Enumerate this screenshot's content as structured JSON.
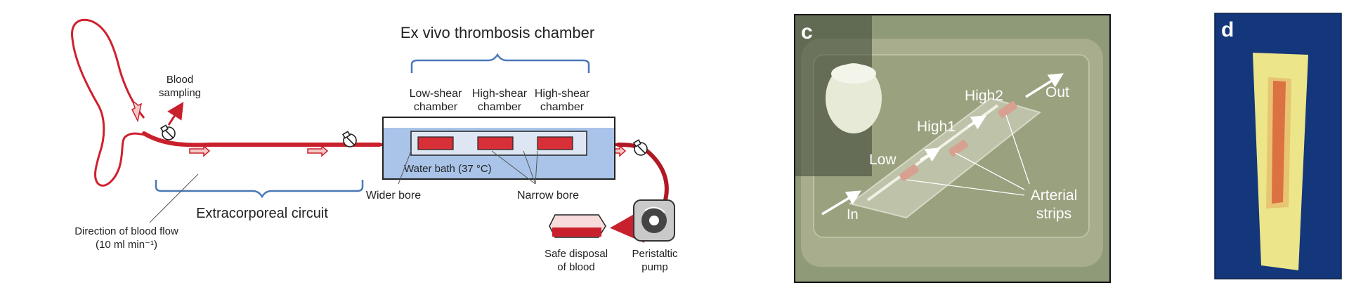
{
  "panel_a": {
    "chamber_title": "Ex vivo thrombosis chamber",
    "blood_sampling": [
      "Blood",
      "sampling"
    ],
    "low_shear": [
      "Low-shear",
      "chamber"
    ],
    "high_shear_1": [
      "High-shear",
      "chamber"
    ],
    "high_shear_2": [
      "High-shear",
      "chamber"
    ],
    "water_bath": "Water bath (37 °C)",
    "wider_bore": "Wider bore",
    "narrow_bore": "Narrow bore",
    "circuit": "Extracorporeal circuit",
    "flow_direction": [
      "Direction of blood flow",
      "(10 ml min⁻¹)"
    ],
    "disposal": [
      "Safe disposal",
      "of blood"
    ],
    "pump": [
      "Peristaltic",
      "pump"
    ]
  },
  "panel_c": {
    "letter": "c",
    "labels": {
      "in": "In",
      "low": "Low",
      "high1": "High1",
      "high2": "High2",
      "out": "Out",
      "arterial_strips": [
        "Arterial",
        "strips"
      ]
    }
  },
  "panel_d": {
    "letter": "d"
  },
  "colors": {
    "blood": "#c8202c",
    "bracket": "#4a78b8",
    "water": "#a9c4e8",
    "photo_c_bg": "#9aa080",
    "photo_d_bg": "#14367a",
    "strip": "#ece58a"
  }
}
